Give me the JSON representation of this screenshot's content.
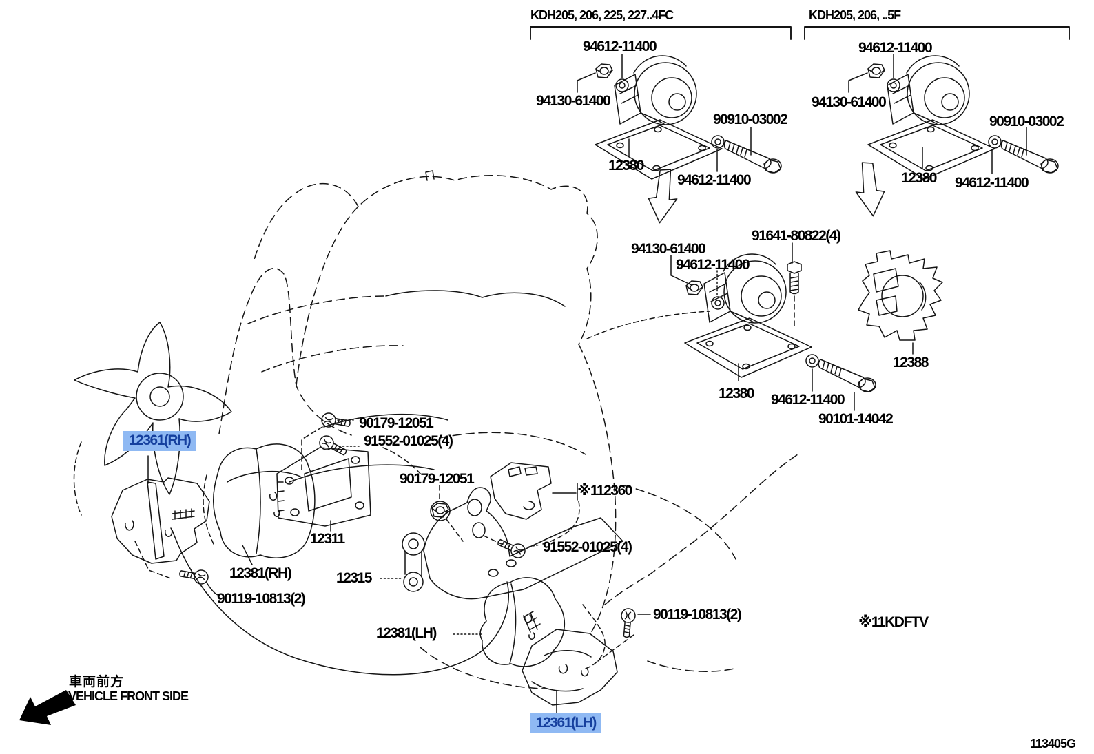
{
  "page": {
    "background": "#ffffff",
    "drawing_code": "113405G"
  },
  "variant_headers": [
    {
      "label": "KDH205, 206, 225, 227..4FC"
    },
    {
      "label": "KDH205, 206, ..5F"
    }
  ],
  "orientation": {
    "jp": "車両前方",
    "en": "VEHICLE FRONT SIDE"
  },
  "footnote": "※11KDFTV",
  "highlight": {
    "bg": "#8fb9f3",
    "text": "#16409e"
  },
  "icons": {
    "nut-icon": "hexagon-nut",
    "washer-icon": "concentric-circles",
    "bolt-icon": "threaded-bolt",
    "screw-icon": "pan-head-screw",
    "flow-arrow-icon": "outline-arrow",
    "front-direction-arrow-icon": "solid-black-arrow"
  },
  "part_labels": [
    {
      "text": "94612-11400",
      "highlight": false
    },
    {
      "text": "94130-61400",
      "highlight": false
    },
    {
      "text": "90910-03002",
      "highlight": false
    },
    {
      "text": "12380",
      "highlight": false
    },
    {
      "text": "94612-11400",
      "highlight": false
    },
    {
      "text": "94612-11400",
      "highlight": false
    },
    {
      "text": "94130-61400",
      "highlight": false
    },
    {
      "text": "90910-03002",
      "highlight": false
    },
    {
      "text": "12380",
      "highlight": false
    },
    {
      "text": "94612-11400",
      "highlight": false
    },
    {
      "text": "94130-61400",
      "highlight": false
    },
    {
      "text": "94612-11400",
      "highlight": false
    },
    {
      "text": "91641-80822(4)",
      "highlight": false
    },
    {
      "text": "12388",
      "highlight": false
    },
    {
      "text": "12380",
      "highlight": false
    },
    {
      "text": "94612-11400",
      "highlight": false
    },
    {
      "text": "90101-14042",
      "highlight": false
    },
    {
      "text": "12361(RH)",
      "highlight": true
    },
    {
      "text": "90179-12051",
      "highlight": false
    },
    {
      "text": "91552-01025(4)",
      "highlight": false
    },
    {
      "text": "90179-12051",
      "highlight": false
    },
    {
      "text": "12311",
      "highlight": false
    },
    {
      "text": "※112360",
      "highlight": false
    },
    {
      "text": "91552-01025(4)",
      "highlight": false
    },
    {
      "text": "12315",
      "highlight": false
    },
    {
      "text": "12381(RH)",
      "highlight": false
    },
    {
      "text": "90119-10813(2)",
      "highlight": false
    },
    {
      "text": "12381(LH)",
      "highlight": false
    },
    {
      "text": "90119-10813(2)",
      "highlight": false
    },
    {
      "text": "12361(LH)",
      "highlight": true
    },
    {
      "text": "※11KDFTV",
      "highlight": false
    }
  ]
}
